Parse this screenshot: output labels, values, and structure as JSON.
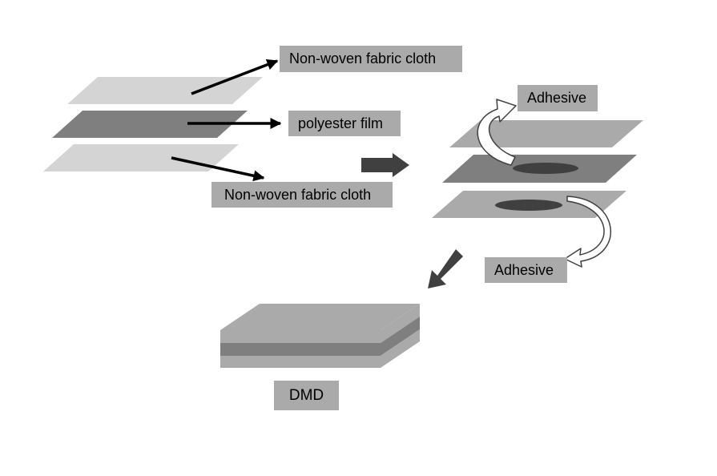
{
  "labels": {
    "top_fabric": "Non-woven fabric cloth",
    "film": "polyester film",
    "bottom_fabric": "Non-woven fabric cloth",
    "adhesive_top": "Adhesive",
    "adhesive_bottom": "Adhesive",
    "product": "DMD"
  },
  "colors": {
    "light_layer": "#d4d4d4",
    "dark_layer": "#7f7f7f",
    "medium_layer": "#aaaaaa",
    "label_fill": "#aaaaaa",
    "adhesive_spot": "#404040",
    "arrow": "#404040"
  }
}
